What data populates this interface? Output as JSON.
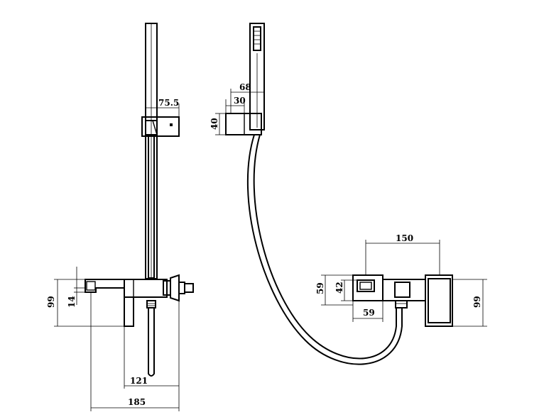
{
  "dimensions": {
    "left_view": {
      "holder_width": "75.5",
      "total_height": "99",
      "spout_height": "14",
      "depth_121": "121",
      "depth_185": "185"
    },
    "right_view": {
      "handshower_offset": "68",
      "holder_offset": "30",
      "holder_height": "40",
      "center_distance": "150",
      "body_height": "59",
      "inner_height": "42",
      "body_width": "59",
      "total_height": "99"
    }
  }
}
